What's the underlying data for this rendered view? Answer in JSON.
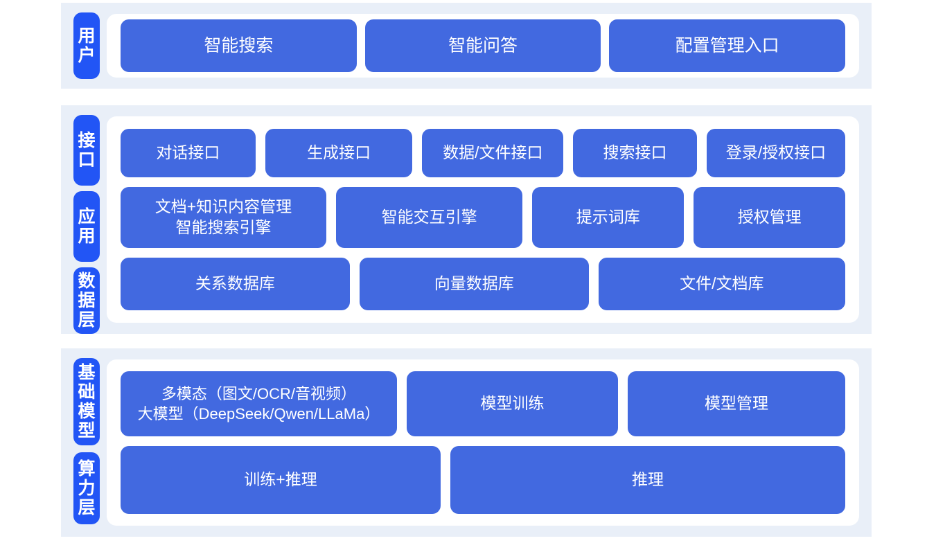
{
  "colors": {
    "band_background": "#e9eff8",
    "card_background": "#ffffff",
    "tab_blue": "#2255f5",
    "box_blue": "#4269e0",
    "box_text": "#ffffff",
    "page_background": "#ffffff"
  },
  "sections": [
    {
      "id": "user",
      "tabs": [
        {
          "label": "用户",
          "chars": [
            "用",
            "户"
          ]
        }
      ],
      "rows": [
        {
          "id": "user",
          "boxes": [
            {
              "label": "智能搜索"
            },
            {
              "label": "智能问答"
            },
            {
              "label": "配置管理入口"
            }
          ]
        }
      ]
    },
    {
      "id": "middle",
      "tabs": [
        {
          "label": "接口",
          "chars": [
            "接",
            "口"
          ]
        },
        {
          "label": "应用",
          "chars": [
            "应",
            "用"
          ]
        },
        {
          "label": "数据层",
          "chars": [
            "数",
            "据",
            "层"
          ]
        }
      ],
      "rows": [
        {
          "id": "interface",
          "boxes": [
            {
              "label": "对话接口"
            },
            {
              "label": "生成接口"
            },
            {
              "label": "数据/文件接口"
            },
            {
              "label": "搜索接口"
            },
            {
              "label": "登录/授权接口"
            }
          ]
        },
        {
          "id": "application",
          "boxes": [
            {
              "label": "文档+知识内容管理\n智能搜索引擎"
            },
            {
              "label": "智能交互引擎"
            },
            {
              "label": "提示词库"
            },
            {
              "label": "授权管理"
            }
          ]
        },
        {
          "id": "data",
          "boxes": [
            {
              "label": "关系数据库"
            },
            {
              "label": "向量数据库"
            },
            {
              "label": "文件/文档库"
            }
          ]
        }
      ]
    },
    {
      "id": "infra",
      "tabs": [
        {
          "label": "基础模型",
          "chars": [
            "基",
            "础",
            "模",
            "型"
          ]
        },
        {
          "label": "算力层",
          "chars": [
            "算",
            "力",
            "层"
          ]
        }
      ],
      "rows": [
        {
          "id": "model",
          "boxes": [
            {
              "label": "多模态（图文/OCR/音视频）\n大模型（DeepSeek/Qwen/LLaMa）"
            },
            {
              "label": "模型训练"
            },
            {
              "label": "模型管理"
            }
          ]
        },
        {
          "id": "compute",
          "boxes": [
            {
              "label": "训练+推理"
            },
            {
              "label": "推理"
            }
          ]
        }
      ]
    }
  ]
}
